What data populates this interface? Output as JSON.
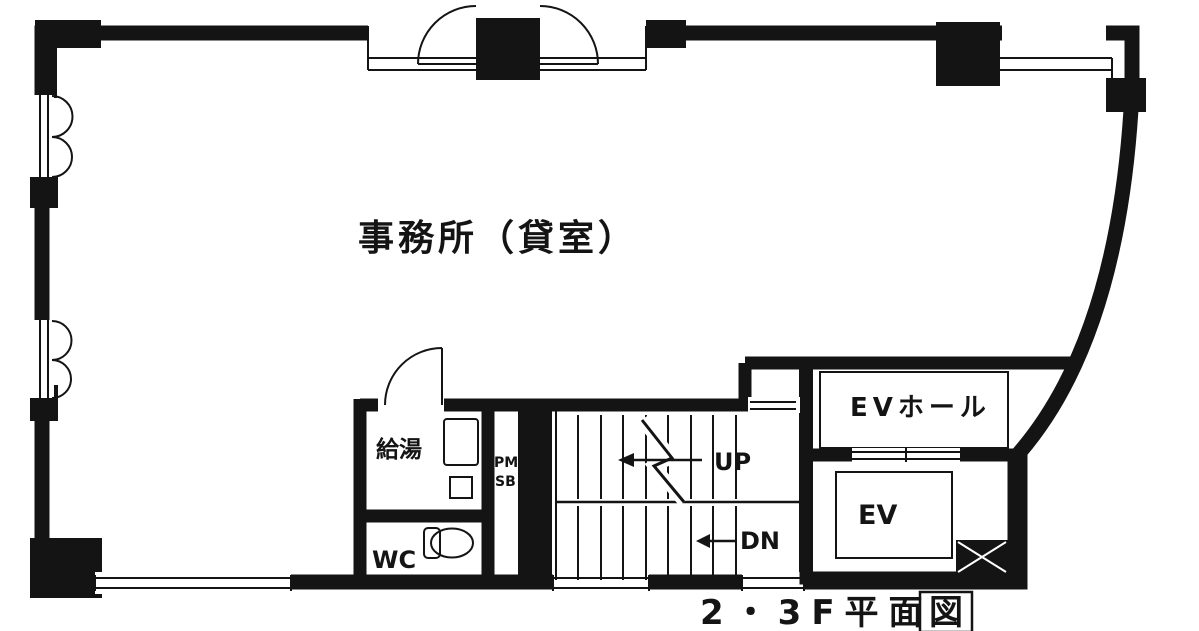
{
  "colors": {
    "wall": "#141414",
    "background": "#ffffff"
  },
  "rooms": {
    "office": {
      "label": "事務所（貸室）"
    },
    "kitchenette": {
      "label": "給湯"
    },
    "toilet": {
      "label": "WC"
    },
    "pipe_shaft": {
      "line1": "PM",
      "line2": "SB"
    },
    "ev_hall": {
      "label": "EVホール"
    },
    "elevator": {
      "label": "EV"
    }
  },
  "stairs": {
    "up_label": "UP",
    "down_label": "DN"
  },
  "caption": {
    "text": "2・3F平面図",
    "prefix": "2・3F平面",
    "boxed": "図"
  }
}
